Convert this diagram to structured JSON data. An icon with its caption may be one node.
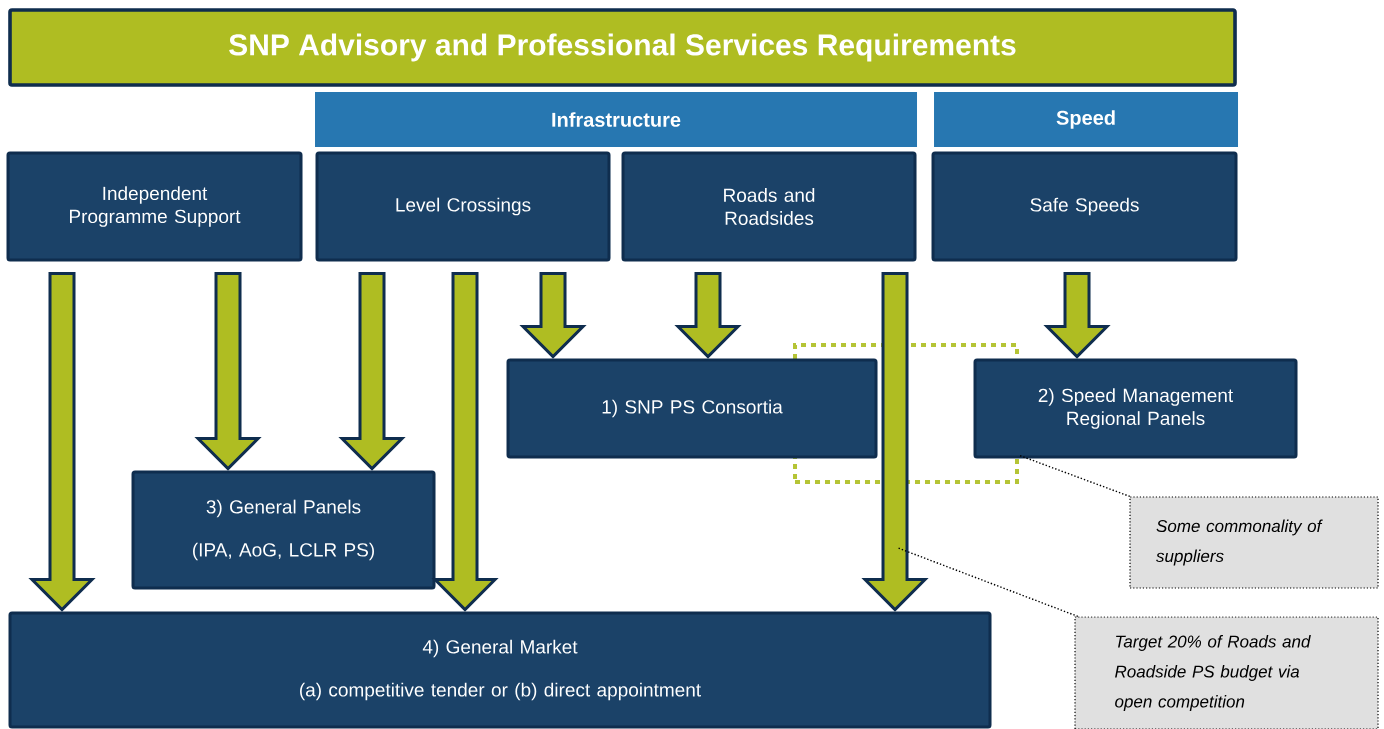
{
  "diagram": {
    "title": "SNP Advisory and Professional Services Requirements",
    "nodes": [
      {
        "text": [
          "Infrastructure"
        ]
      },
      {
        "text": [
          "Speed"
        ]
      },
      {
        "text": [
          "Independent Programme Support"
        ]
      },
      {
        "text": [
          "Level Crossings"
        ]
      },
      {
        "text": [
          "Roads and Roadsides"
        ]
      },
      {
        "text": [
          "Safe Speeds"
        ]
      },
      {
        "text": [
          "1) SNP PS Consortia"
        ]
      },
      {
        "text": [
          "2) Speed Management Regional Panels"
        ]
      },
      {
        "text": [],
        "shape": "box"
      },
      {
        "text": [
          "3) General Panels",
          "(IPA, AoG, LCLR PS)"
        ]
      },
      {
        "text": [
          "4) General Market",
          "(a) competitive tender or (b) direct appointment"
        ]
      },
      {
        "text": [
          "Some commonality of suppliers"
        ]
      },
      {
        "text": [
          "Target 20% of Roads and Roadside PS budget via open competition"
        ]
      }
    ],
    "edges": [
      {
        "from": 2,
        "to": 10,
        "arrow": "to"
      },
      {
        "from": 2,
        "to": 9,
        "arrow": "to"
      },
      {
        "from": 3,
        "to": 9,
        "arrow": "to"
      },
      {
        "from": 3,
        "to": 10,
        "arrow": "to"
      },
      {
        "from": 3,
        "to": 6,
        "arrow": "to"
      },
      {
        "from": 4,
        "to": 6,
        "arrow": "to"
      },
      {
        "from": 4,
        "to": 10,
        "arrow": "to"
      },
      {
        "from": 5,
        "to": 7,
        "arrow": "to"
      },
      {
        "from": 11,
        "to": 8,
        "arrow": "none",
        "style": "dashed"
      },
      {
        "from": 12,
        "to": null,
        "arrow": "none",
        "style": "dashed"
      }
    ]
  }
}
